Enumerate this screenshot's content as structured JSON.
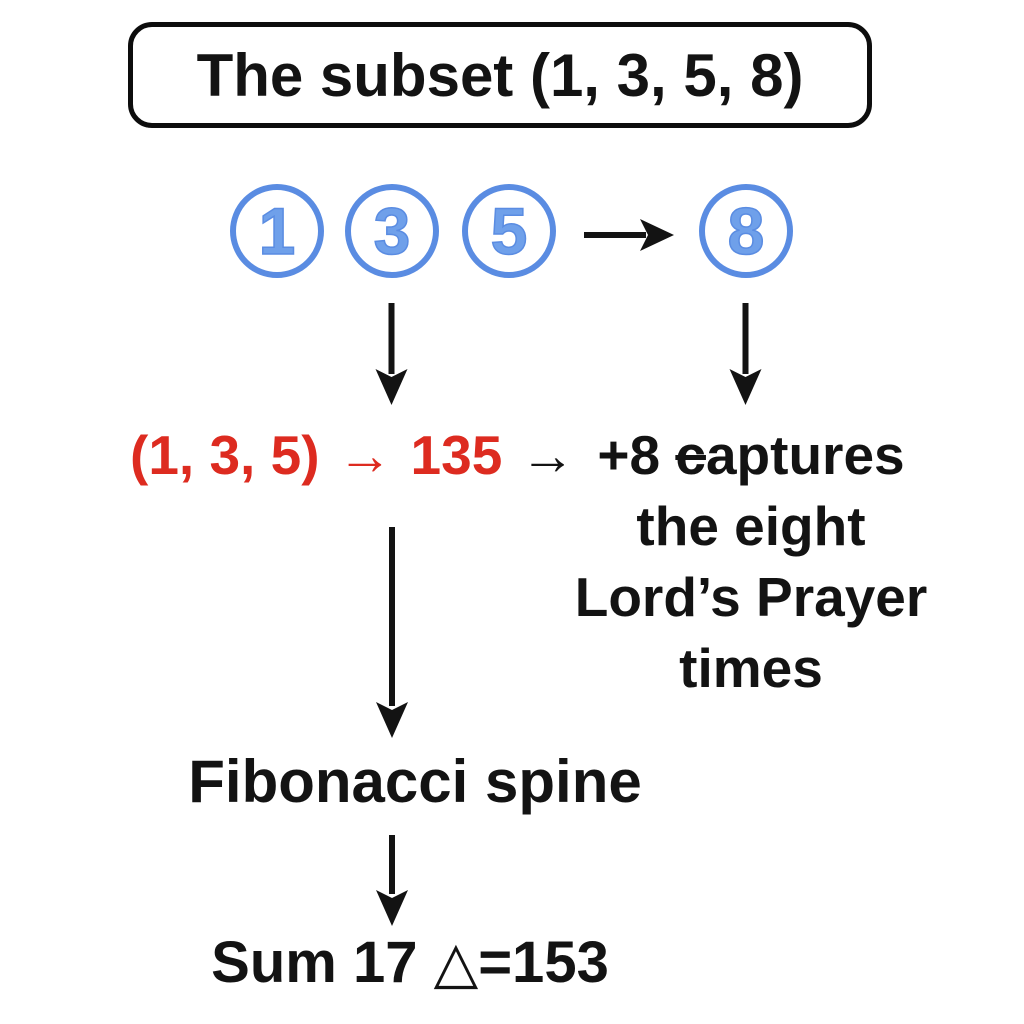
{
  "title": "The subset (1, 3, 5, 8)",
  "colors": {
    "circle_stroke_blue": "#5A8CE2",
    "circle_digit_blue": "#6FA0EA",
    "highlight_red": "#DD2B20",
    "ink_black": "#131313",
    "background": "#FFFFFF"
  },
  "circles": [
    {
      "label": "1"
    },
    {
      "label": "3"
    },
    {
      "label": "5"
    },
    {
      "label": "8"
    }
  ],
  "flow": {
    "tuple_text": "(1, 3, 5)",
    "tuple_arrow": "→",
    "concat_text": "135",
    "concat_arrow": "→",
    "note": {
      "line1_prefix": "+8 ",
      "line1_struck_letter": "c",
      "line1_rest": "aptures",
      "line2": "the eight",
      "line3": "Lord’s Prayer",
      "line4": "times"
    },
    "spine_label": "Fibonacci spine",
    "sum_label": "Sum 17 △=153"
  }
}
